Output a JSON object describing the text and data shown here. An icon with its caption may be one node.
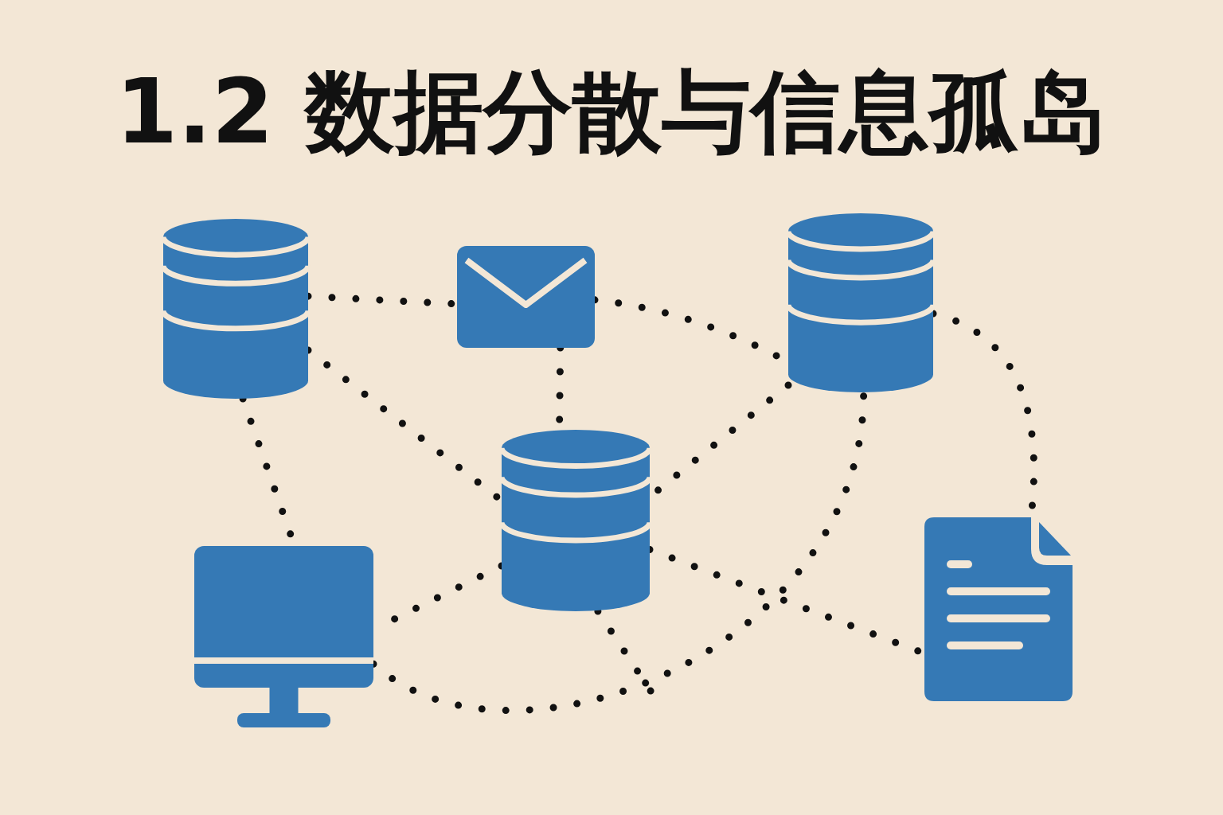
{
  "diagram": {
    "title": "1.2 数据分散与信息孤岛",
    "nodes": [
      {
        "text": [],
        "shape": "cylinder"
      },
      {
        "text": [],
        "shape": "picture"
      },
      {
        "text": [],
        "shape": "cylinder"
      },
      {
        "text": [],
        "shape": "cylinder"
      },
      {
        "text": [],
        "shape": "picture"
      },
      {
        "text": [],
        "shape": "picture"
      }
    ],
    "edges": [
      {
        "from": 0,
        "to": 1,
        "arrow": "none"
      },
      {
        "from": 1,
        "to": 2,
        "arrow": "none"
      },
      {
        "from": 0,
        "to": 3,
        "arrow": "none"
      },
      {
        "from": 1,
        "to": 3,
        "arrow": "none"
      },
      {
        "from": 2,
        "to": 3,
        "arrow": "none"
      },
      {
        "from": 2,
        "to": 5,
        "arrow": "none"
      },
      {
        "from": 0,
        "to": 4,
        "arrow": "none"
      },
      {
        "from": 3,
        "to": 4,
        "arrow": "none"
      },
      {
        "from": 3,
        "to": 5,
        "arrow": "none"
      },
      {
        "from": 4,
        "to": 2,
        "arrow": "none"
      },
      {
        "from": 3,
        "to": null,
        "arrow": "none"
      }
    ]
  }
}
